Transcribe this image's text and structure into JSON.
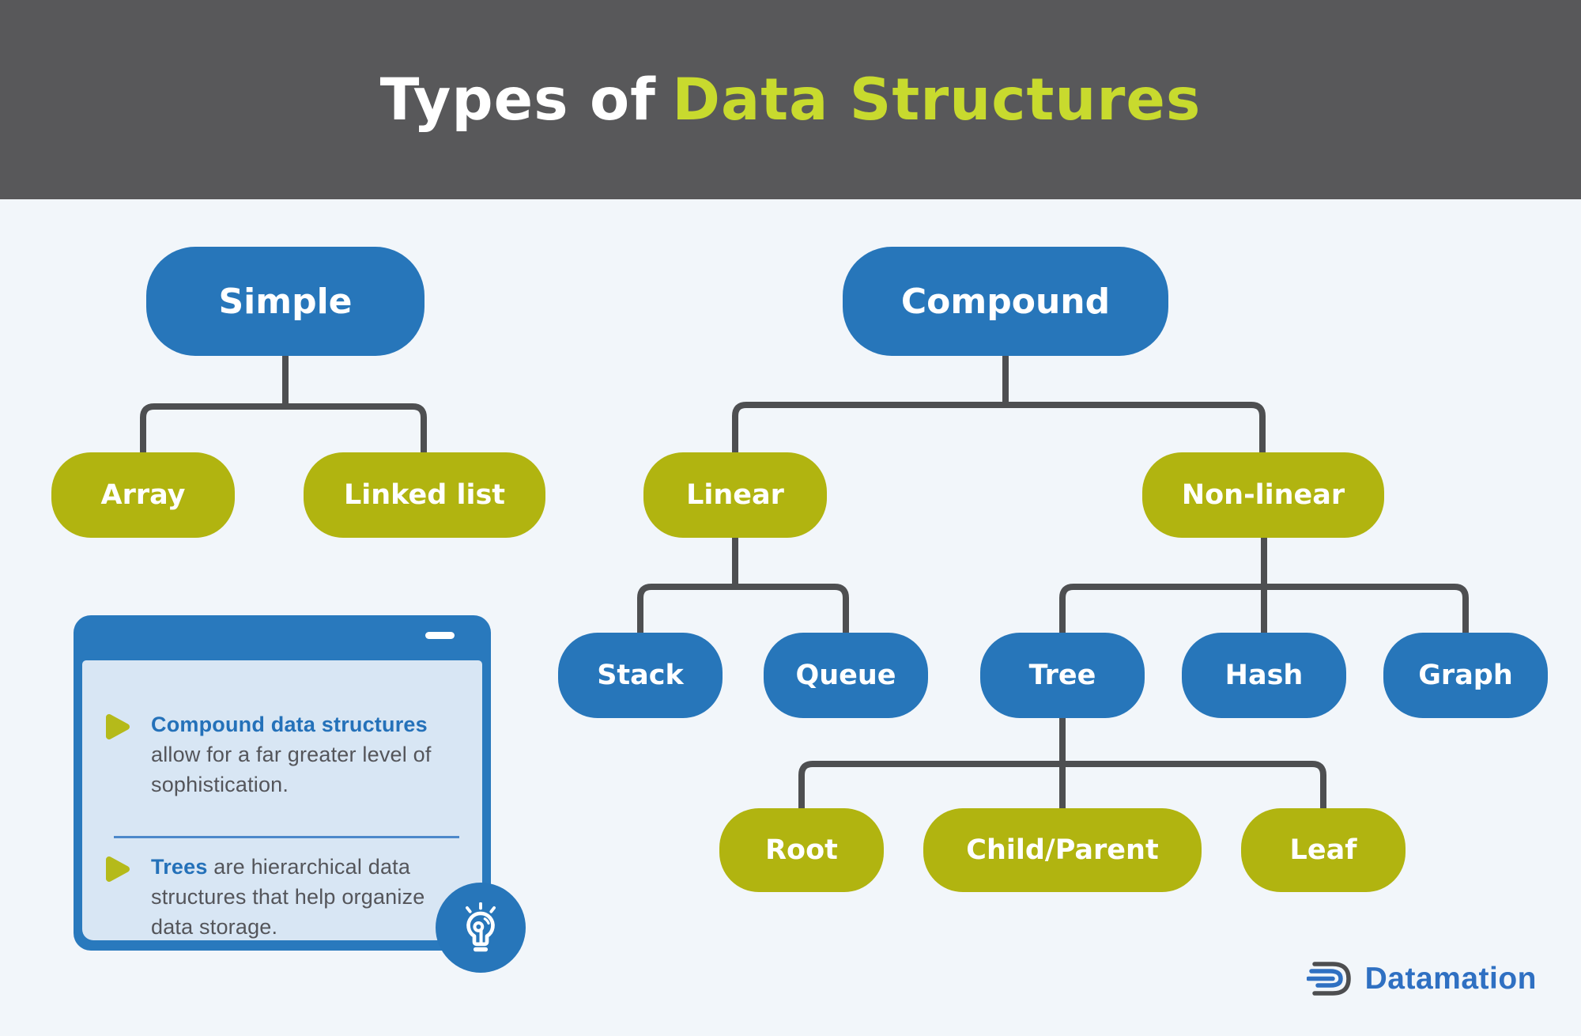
{
  "title": {
    "prefix": "Types of",
    "highlight": "Data Structures"
  },
  "nodes": {
    "simple": "Simple",
    "array": "Array",
    "linked_list": "Linked list",
    "compound": "Compound",
    "linear": "Linear",
    "non_linear": "Non-linear",
    "stack": "Stack",
    "queue": "Queue",
    "tree": "Tree",
    "hash": "Hash",
    "graph": "Graph",
    "root": "Root",
    "child_parent": "Child/Parent",
    "leaf": "Leaf"
  },
  "hierarchy": {
    "Simple": [
      "Array",
      "Linked list"
    ],
    "Compound": {
      "Linear": [
        "Stack",
        "Queue"
      ],
      "Non-linear": {
        "Tree": [
          "Root",
          "Child/Parent",
          "Leaf"
        ],
        "Hash": [],
        "Graph": []
      }
    }
  },
  "note": {
    "bullets": [
      {
        "lead": "Compound data structures",
        "rest": " allow for a far greater level of sophistication."
      },
      {
        "lead": "Trees",
        "rest": " are hierarchical data structures that help organize data storage."
      }
    ]
  },
  "footer": {
    "brand": "Datamation"
  },
  "colors": {
    "header_bg": "#58585a",
    "title_text": "#ffffff",
    "title_highlight": "#c8da2e",
    "background": "#f2f6fa",
    "node_blue": "#2776ba",
    "node_olive": "#b1b410",
    "connector": "#4e4f51",
    "note_frame_blue": "#2979bd",
    "note_body_blue": "#d8e6f4",
    "note_divider": "#4d89ca",
    "note_heading_blue": "#2471b9",
    "note_text_gray": "#54555a",
    "bullet_olive": "#b5ba1a",
    "lightbulb_badge": "#2776ba",
    "logo_blue": "#2f70c2",
    "logo_gray": "#4d4e50"
  }
}
